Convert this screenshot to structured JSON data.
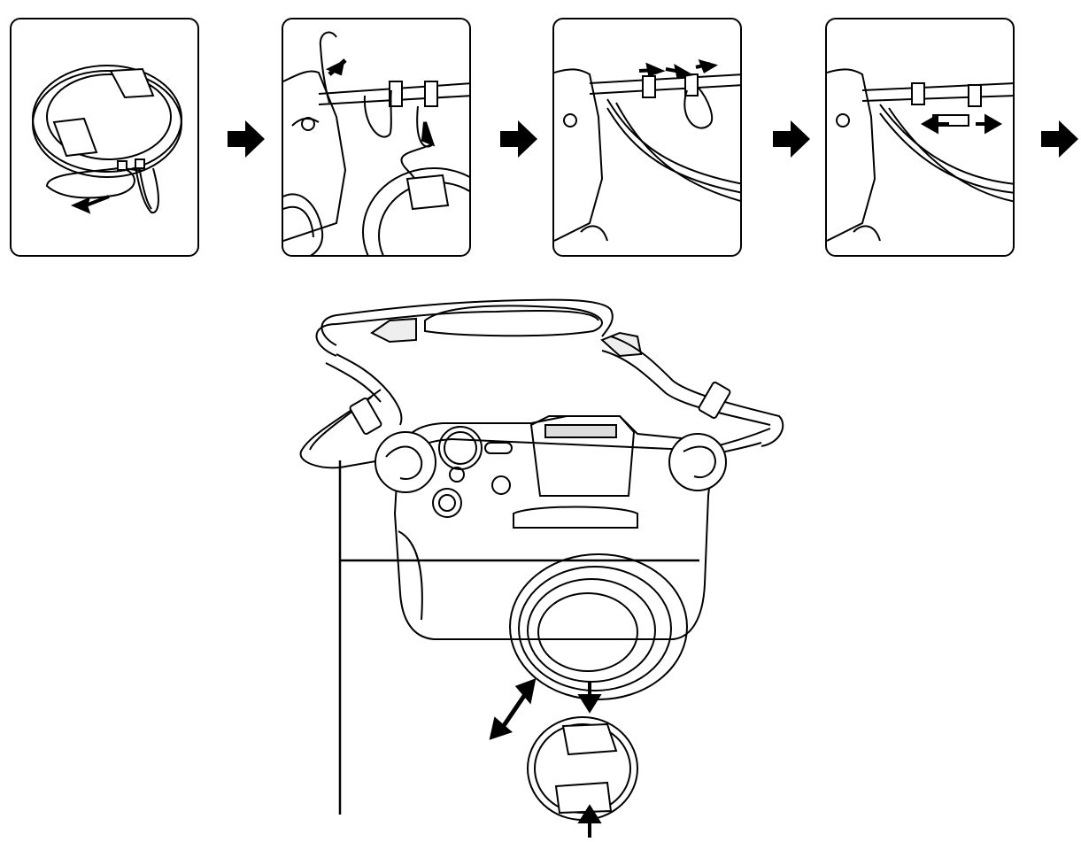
{
  "figure": {
    "steps": [
      {
        "id": 1,
        "icon": "lens-cap-with-string-icon"
      },
      {
        "id": 2,
        "icon": "thread-string-through-eyelet-icon"
      },
      {
        "id": 3,
        "icon": "loop-strap-through-buckle-icon"
      },
      {
        "id": 4,
        "icon": "tighten-strap-icon"
      }
    ],
    "step_arrow_icon": "right-arrow-icon",
    "colors": {
      "line": "#000000",
      "background": "#ffffff"
    }
  }
}
